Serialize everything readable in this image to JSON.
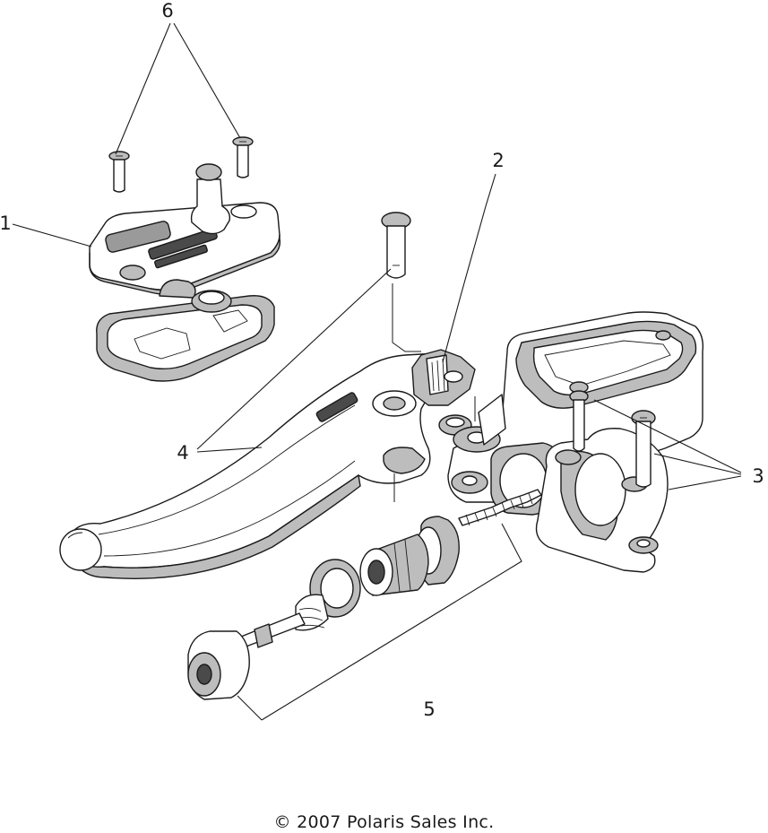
{
  "callouts": [
    {
      "id": "1",
      "label": "1"
    },
    {
      "id": "2",
      "label": "2"
    },
    {
      "id": "3",
      "label": "3"
    },
    {
      "id": "4",
      "label": "4"
    },
    {
      "id": "5",
      "label": "5"
    },
    {
      "id": "6",
      "label": "6"
    }
  ],
  "copyright": "© 2007 Polaris Sales Inc."
}
